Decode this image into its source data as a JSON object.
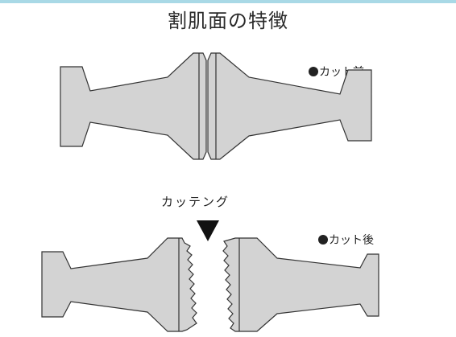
{
  "title": "割肌面の特徴",
  "labels": {
    "before_cut": "カット前",
    "after_cut": "カット後",
    "cutting": "カッテング"
  },
  "colors": {
    "shape_fill": "#d3d3d3",
    "shape_stroke": "#333333",
    "arrow": "#111111",
    "top_bar": "#a9d9e6"
  },
  "icons": {
    "bullet": "black-dot",
    "arrow": "down-triangle"
  }
}
